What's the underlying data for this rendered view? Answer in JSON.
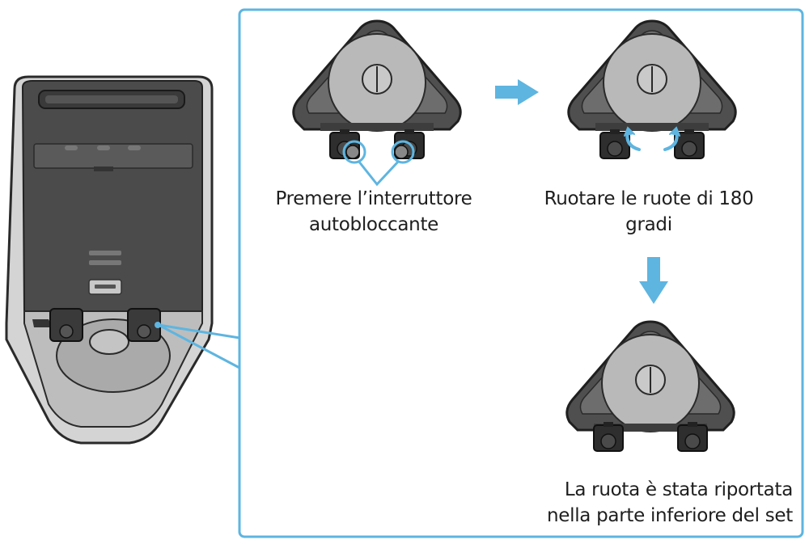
{
  "colors": {
    "accent": "#5eb5e0",
    "body_dark": "#4a4a4a",
    "body_mid": "#7a7a7a",
    "body_light": "#c8c8c8",
    "outline": "#2a2a2a"
  },
  "steps": [
    {
      "caption_line1": "Premere l’interruttore",
      "caption_line2": "autobloccante"
    },
    {
      "caption_line1": "Ruotare le ruote di 180",
      "caption_line2": "gradi"
    },
    {
      "caption_line1": "La ruota è stata riportata",
      "caption_line2": "nella parte inferiore del set"
    }
  ],
  "icons": {
    "right_arrow": "arrow-right-icon",
    "down_arrow": "arrow-down-icon",
    "rotate_arrows": "rotate-arrows-icon"
  }
}
